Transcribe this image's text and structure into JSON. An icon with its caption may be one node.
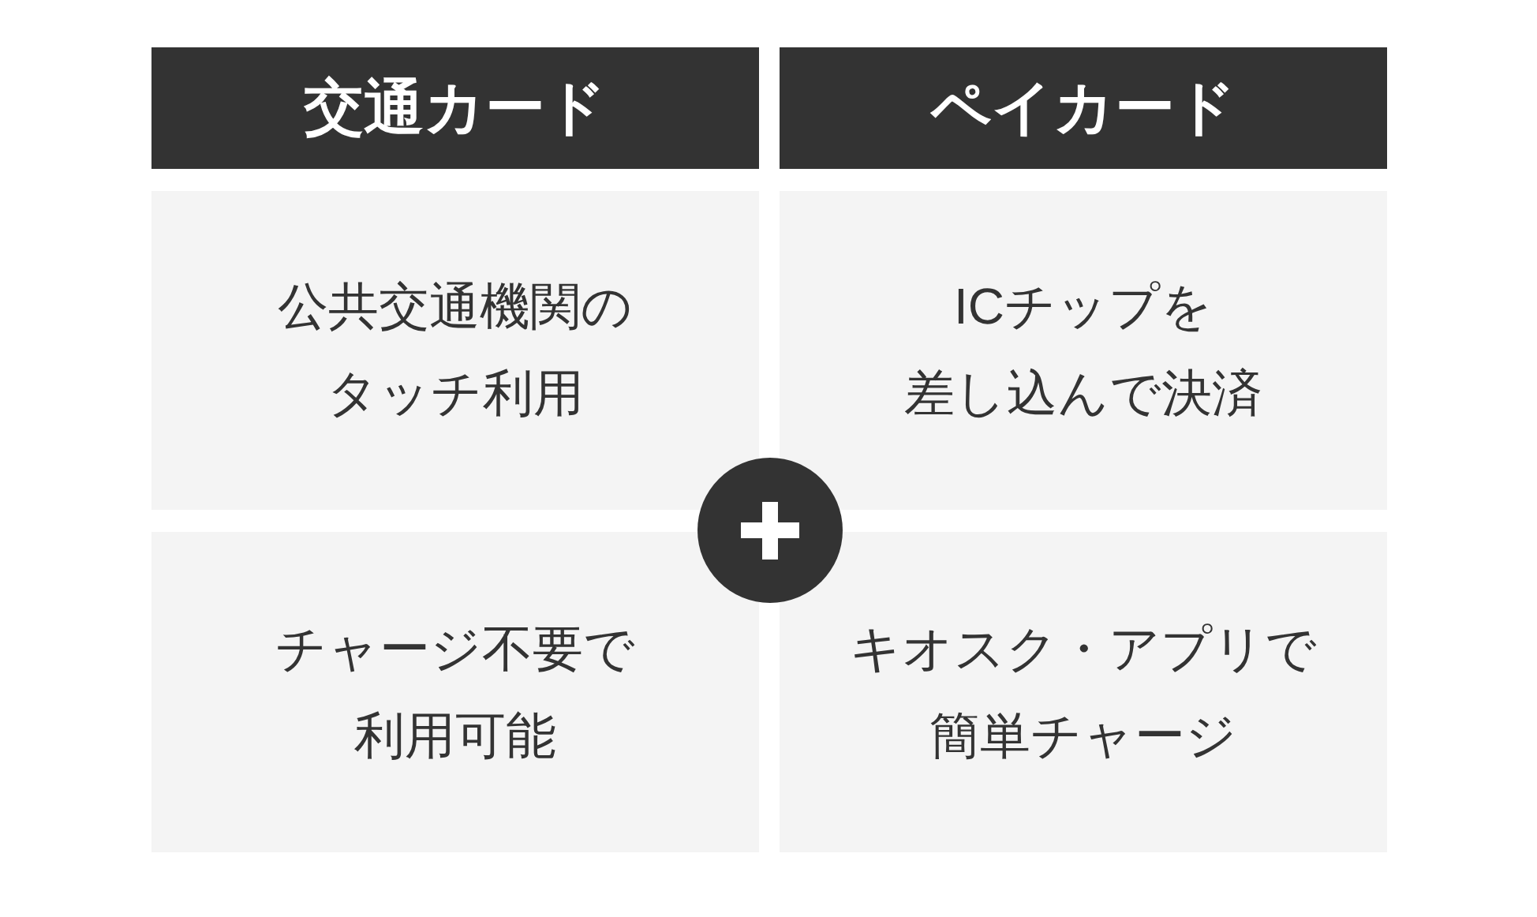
{
  "diagram": {
    "nodes": [
      {
        "text": [
          "交通カード"
        ]
      },
      {
        "text": [
          "ペイカード"
        ]
      },
      {
        "text": [
          "公共交通機関のタッチ利用"
        ]
      },
      {
        "text": [
          "ICチップを差し込んで決済"
        ]
      },
      {
        "text": [
          "チャージ不要で利用可能"
        ]
      },
      {
        "text": [
          "キオスク・アプリで簡単チャージ"
        ]
      }
    ]
  }
}
